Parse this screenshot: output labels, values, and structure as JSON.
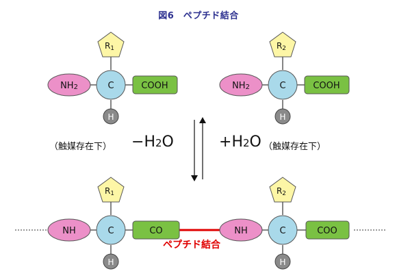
{
  "title": "図6　ペプチド結合",
  "reactant1": {
    "r_main": "R",
    "r_sub": "1",
    "center": "C",
    "amine_main": "NH",
    "amine_sub": "2",
    "acid": "COOH",
    "bottom": "H"
  },
  "reactant2": {
    "r_main": "R",
    "r_sub": "2",
    "center": "C",
    "amine_main": "NH",
    "amine_sub": "2",
    "acid": "COOH",
    "bottom": "H"
  },
  "product1": {
    "r_main": "R",
    "r_sub": "1",
    "center": "C",
    "amine": "NH",
    "acid": "CO",
    "bottom": "H"
  },
  "product2": {
    "r_main": "R",
    "r_sub": "2",
    "center": "C",
    "amine": "NH",
    "acid": "COO",
    "bottom": "H"
  },
  "forward": {
    "condition": "（触媒存在下）",
    "sign": "−",
    "formula_main": "H",
    "formula_sub": "2",
    "formula_end": "O"
  },
  "reverse": {
    "sign": "+",
    "formula_main": "H",
    "formula_sub": "2",
    "formula_end": "O",
    "condition": "（触媒存在下）"
  },
  "bond_label": "ペプチド結合",
  "colors": {
    "title": "#2b2f8f",
    "r_group": "#fdf6a6",
    "carbon": "#a9d9ea",
    "amine": "#ec90c8",
    "acid": "#7ac143",
    "hydrogen": "#8a8a8a",
    "bond": "#e00000"
  }
}
